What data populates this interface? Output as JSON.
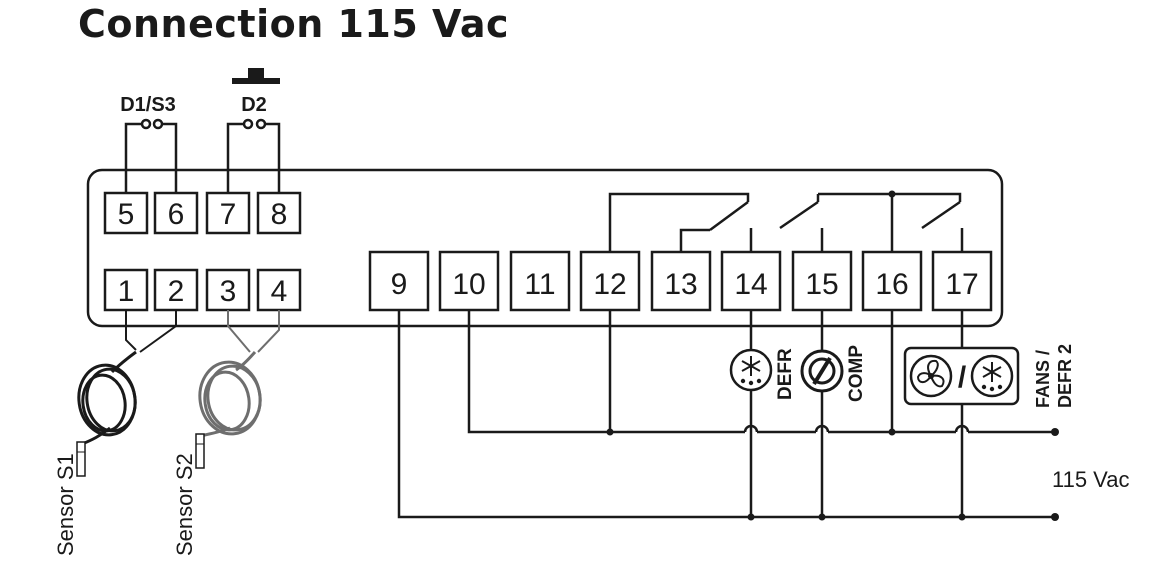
{
  "title": "Connection 115 Vac",
  "inputs": {
    "d1s3": "D1/S3",
    "d2": "D2"
  },
  "terminals": [
    "1",
    "2",
    "3",
    "4",
    "5",
    "6",
    "7",
    "8",
    "9",
    "10",
    "11",
    "12",
    "13",
    "14",
    "15",
    "16",
    "17"
  ],
  "loads": {
    "defr": "DEFR",
    "comp": "COMP",
    "fans_line1": "FANS /",
    "fans_line2": "DEFR 2",
    "divider": "/"
  },
  "sensors": {
    "s1": "Sensor S1",
    "s2": "Sensor S2"
  },
  "supply": "115 Vac",
  "colors": {
    "line": "#1a1a1a",
    "sensor_s1": "#1a1a1a",
    "sensor_s2": "#6e6e6e"
  },
  "icons": [
    "defrost-icon",
    "compressor-icon",
    "fan-icon",
    "push-button-icon",
    "sensor-probe-icon"
  ]
}
